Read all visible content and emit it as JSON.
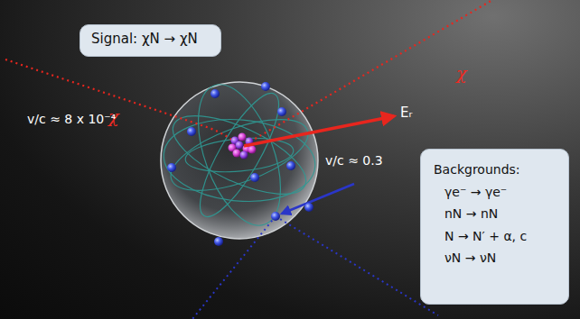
{
  "diagram": {
    "nodes": [
      {
        "text": [
          "Signal:  χN → χN"
        ]
      },
      {
        "text": [
          "Backgrounds:",
          "γe⁻ → γe⁻",
          "nN → nN",
          "N → N′ + α,  c",
          "νN → νN"
        ]
      }
    ],
    "labels": [
      "χ",
      "χ",
      "v/c ≈ 8 x 10⁻⁴",
      "Eᵣ",
      "v/c ≈ 0.3"
    ]
  }
}
